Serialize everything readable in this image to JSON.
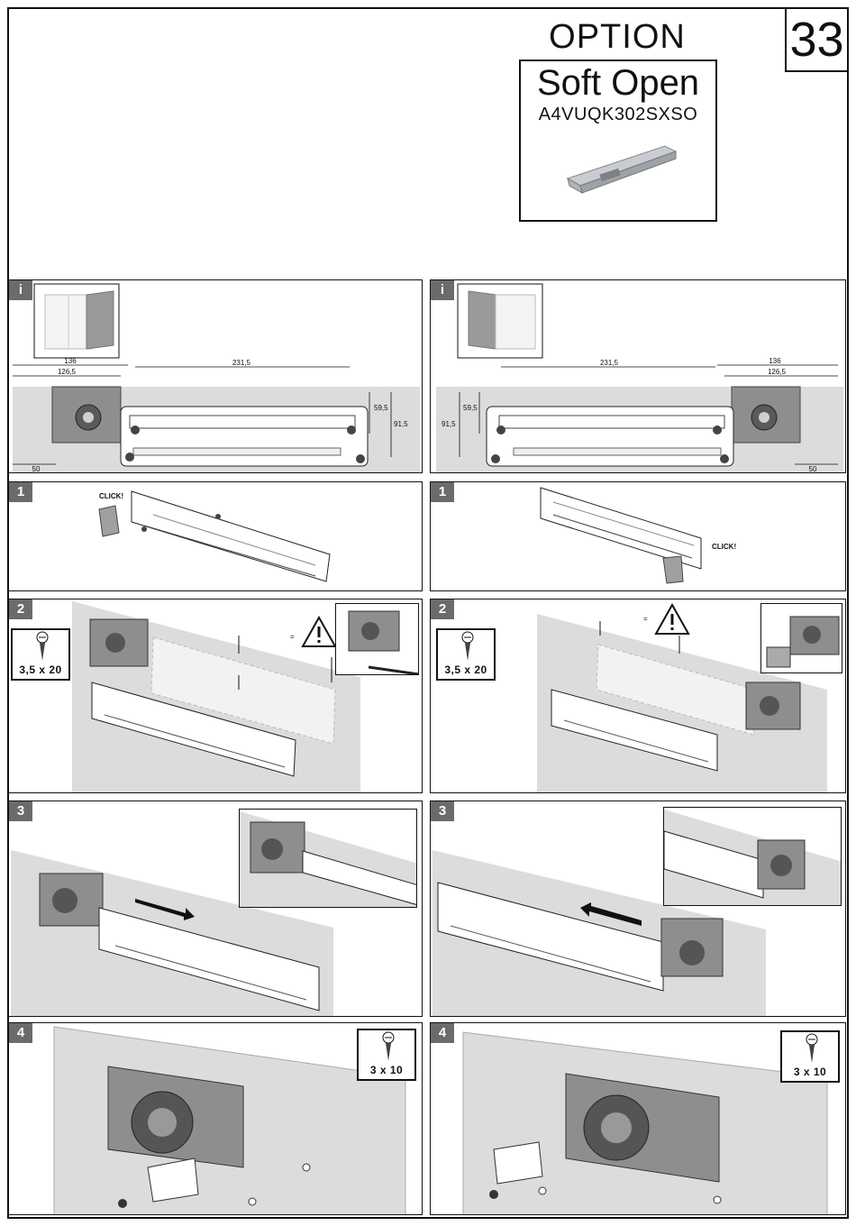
{
  "page": {
    "number": "33"
  },
  "header": {
    "option_label": "OPTION",
    "product_name": "Soft Open",
    "product_code": "A4VUQK302SXSO"
  },
  "info": {
    "badge": "i",
    "dimensions": {
      "d136": "136",
      "d126": "126,5",
      "d231": "231,5",
      "d59": "59,5",
      "d91": "91,5",
      "d50": "50"
    }
  },
  "steps": {
    "s1": "1",
    "s2": "2",
    "s3": "3",
    "s4": "4",
    "click": "CLICK!",
    "equals": "=",
    "screw_large": "3,5 x 20",
    "screw_small": "3 x 10"
  },
  "icons": [
    "screw-icon",
    "warning-triangle-icon",
    "wardrobe-icon"
  ],
  "colors": {
    "panel_gray": "#dcdcdc",
    "badge_gray": "#6b6b6b",
    "metal": "#9a9a9a",
    "line": "#111111"
  }
}
